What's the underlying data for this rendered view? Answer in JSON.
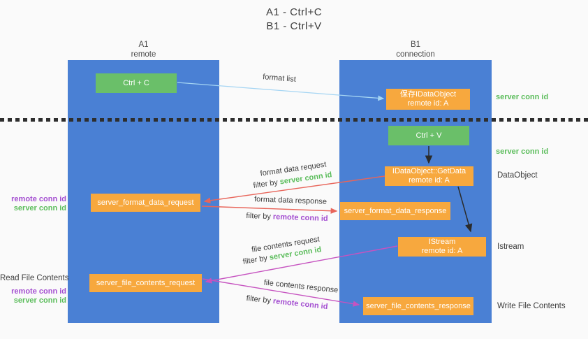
{
  "title": {
    "line1": "A1 - Ctrl+C",
    "line2": "B1 - Ctrl+V"
  },
  "lanes": {
    "left": {
      "name": "A1",
      "subtitle": "remote"
    },
    "right": {
      "name": "B1",
      "subtitle": "connection"
    }
  },
  "nodes": {
    "ctrl_c": {
      "label": "Ctrl + C"
    },
    "ctrl_v": {
      "label": "Ctrl + V"
    },
    "save_dataobject": {
      "line1": "保存IDataObject",
      "line2": "remote id: A"
    },
    "getdata": {
      "line1": "IDataObject::GetData",
      "line2": "remote id: A"
    },
    "istream": {
      "line1": "IStream",
      "line2": "remote id: A"
    },
    "format_request": {
      "label": "server_format_data_request"
    },
    "format_response": {
      "label": "server_format_data_response"
    },
    "file_request": {
      "label": "server_file_contents_request"
    },
    "file_response": {
      "label": "server_file_contents_response"
    }
  },
  "arrow_labels": {
    "format_list": "format list",
    "format_data_request": "format data request",
    "format_data_response": "format data response",
    "file_contents_request": "file contents request",
    "file_contents_response": "file contents response",
    "filter_by": "filter by",
    "server_conn_id": "server conn id",
    "remote_conn_id": "remote conn id"
  },
  "side_labels": {
    "server_conn_id_top": "server conn id",
    "server_conn_id_mid": "server conn id",
    "dataobject": "DataObject",
    "istream": "Istream",
    "write_file_contents": "Write File Contents",
    "read_file_contents": "Read File Contents",
    "remote_conn_id_1": "remote conn id",
    "server_conn_id_1": "server conn id",
    "remote_conn_id_2": "remote conn id",
    "server_conn_id_2": "server conn id"
  },
  "colors": {
    "lane_blue": "#4a80d4",
    "node_green": "#6abf69",
    "node_orange": "#f7a83e",
    "arrow_lightblue": "#a5d5f3",
    "arrow_red": "#e8655a",
    "arrow_magenta": "#c653c0",
    "text_green": "#5cbd5c",
    "text_purple": "#a44fd1",
    "text_dark": "#3c3c3c"
  }
}
